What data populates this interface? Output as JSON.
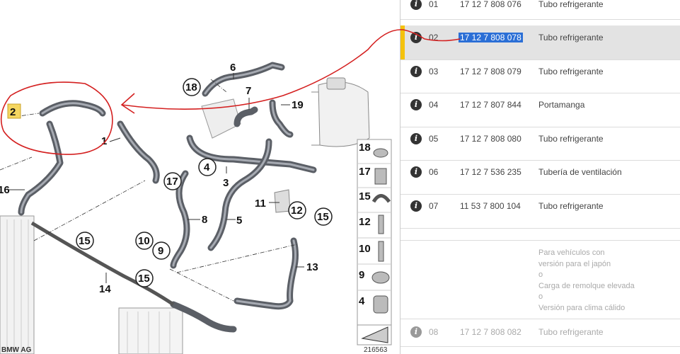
{
  "diagram": {
    "callouts": [
      "1",
      "2",
      "3",
      "4",
      "5",
      "6",
      "7",
      "8",
      "10",
      "9",
      "11",
      "12",
      "14",
      "15",
      "16",
      "17",
      "18",
      "19",
      "13"
    ],
    "legend_items": [
      "18",
      "17",
      "15",
      "12",
      "10",
      "9",
      "4"
    ],
    "copyright": "BMW AG",
    "diagram_number": "216563"
  },
  "parts": [
    {
      "pos": "01",
      "part_number": "17 12 7 808 076",
      "name": "Tubo refrigerante"
    },
    {
      "pos": "02",
      "part_number": "17 12 7 808 078",
      "name": "Tubo refrigerante"
    },
    {
      "pos": "03",
      "part_number": "17 12 7 808 079",
      "name": "Tubo refrigerante"
    },
    {
      "pos": "04",
      "part_number": "17 12 7 807 844",
      "name": "Portamanga"
    },
    {
      "pos": "05",
      "part_number": "17 12 7 808 080",
      "name": "Tubo refrigerante"
    },
    {
      "pos": "06",
      "part_number": "17 12 7 536 235",
      "name": "Tubería de ventilación"
    },
    {
      "pos": "07",
      "part_number": "11 53 7 800 104",
      "name": "Tubo refrigerante"
    },
    {
      "pos": "08",
      "part_number": "17 12 7 808 082",
      "name": "Tubo refrigerante"
    }
  ],
  "note_lines": [
    "Para vehículos con",
    "versión para el japón",
    "o",
    "Carga de remolque elevada",
    "o",
    "Versión para clima cálido"
  ],
  "info_glyph": "i",
  "colors": {
    "selection_bar": "#f4c20d",
    "highlight": "#2b6fd6",
    "annotation": "#d42020"
  }
}
